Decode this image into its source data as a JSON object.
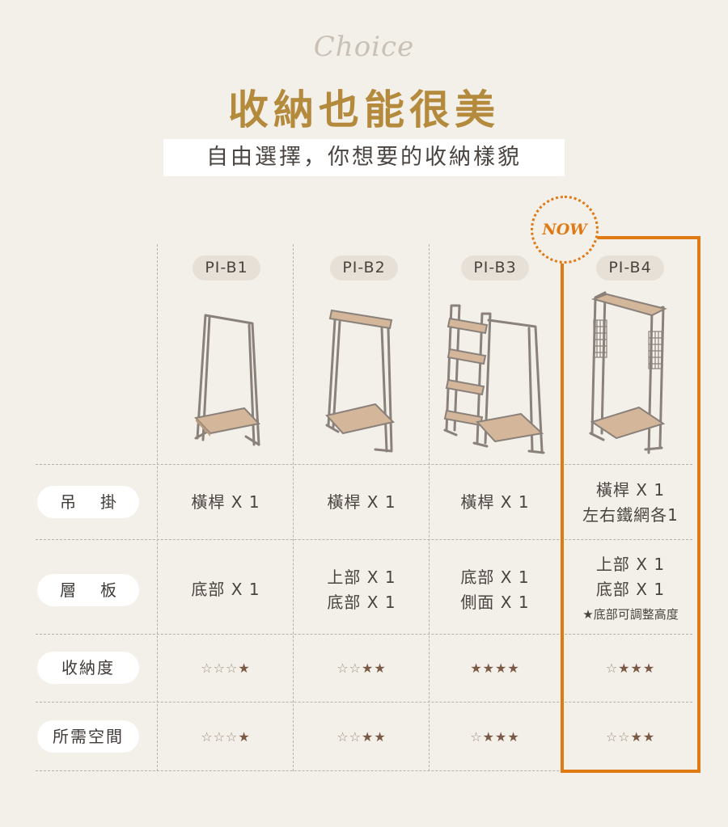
{
  "header": {
    "script_word": "Choice",
    "title": "收納也能很美",
    "subtitle": "自由選擇，你想要的收納樣貌"
  },
  "badge": {
    "label": "NOW"
  },
  "models": [
    {
      "name": "PI-B1",
      "image": "garment-rack-icon"
    },
    {
      "name": "PI-B2",
      "image": "garment-rack-top-shelf-icon"
    },
    {
      "name": "PI-B3",
      "image": "garment-rack-side-shelves-icon"
    },
    {
      "name": "PI-B4",
      "image": "garment-rack-mesh-panels-icon"
    }
  ],
  "rows": {
    "hanging": {
      "label_chars": [
        "吊",
        "掛"
      ],
      "cells": [
        [
          "橫桿 X 1"
        ],
        [
          "橫桿 X 1"
        ],
        [
          "橫桿 X 1"
        ],
        [
          "橫桿 X 1",
          "左右鐵網各1"
        ]
      ]
    },
    "shelves": {
      "label_chars": [
        "層",
        "板"
      ],
      "cells": [
        [
          "底部 X 1"
        ],
        [
          "上部 X 1",
          "底部 X 1"
        ],
        [
          "底部 X 1",
          "側面 X 1"
        ],
        [
          "上部 X 1",
          "底部 X 1"
        ]
      ],
      "b4_note": "★底部可調整高度"
    },
    "capacity": {
      "label": "收納度",
      "filled": [
        1,
        2,
        4,
        3
      ],
      "total": 4
    },
    "space": {
      "label": "所需空間",
      "filled": [
        1,
        2,
        3,
        2
      ],
      "total": 4
    }
  },
  "colors": {
    "background": "#f3efe9",
    "title": "#b48a3d",
    "highlight": "#df7a14",
    "star_filled": "#7a5a45",
    "star_empty": "#9d8c7d",
    "wood": "#d4b79a",
    "pill": "#e7e0d6"
  },
  "icons": {
    "star_filled": "★",
    "star_empty": "☆"
  }
}
